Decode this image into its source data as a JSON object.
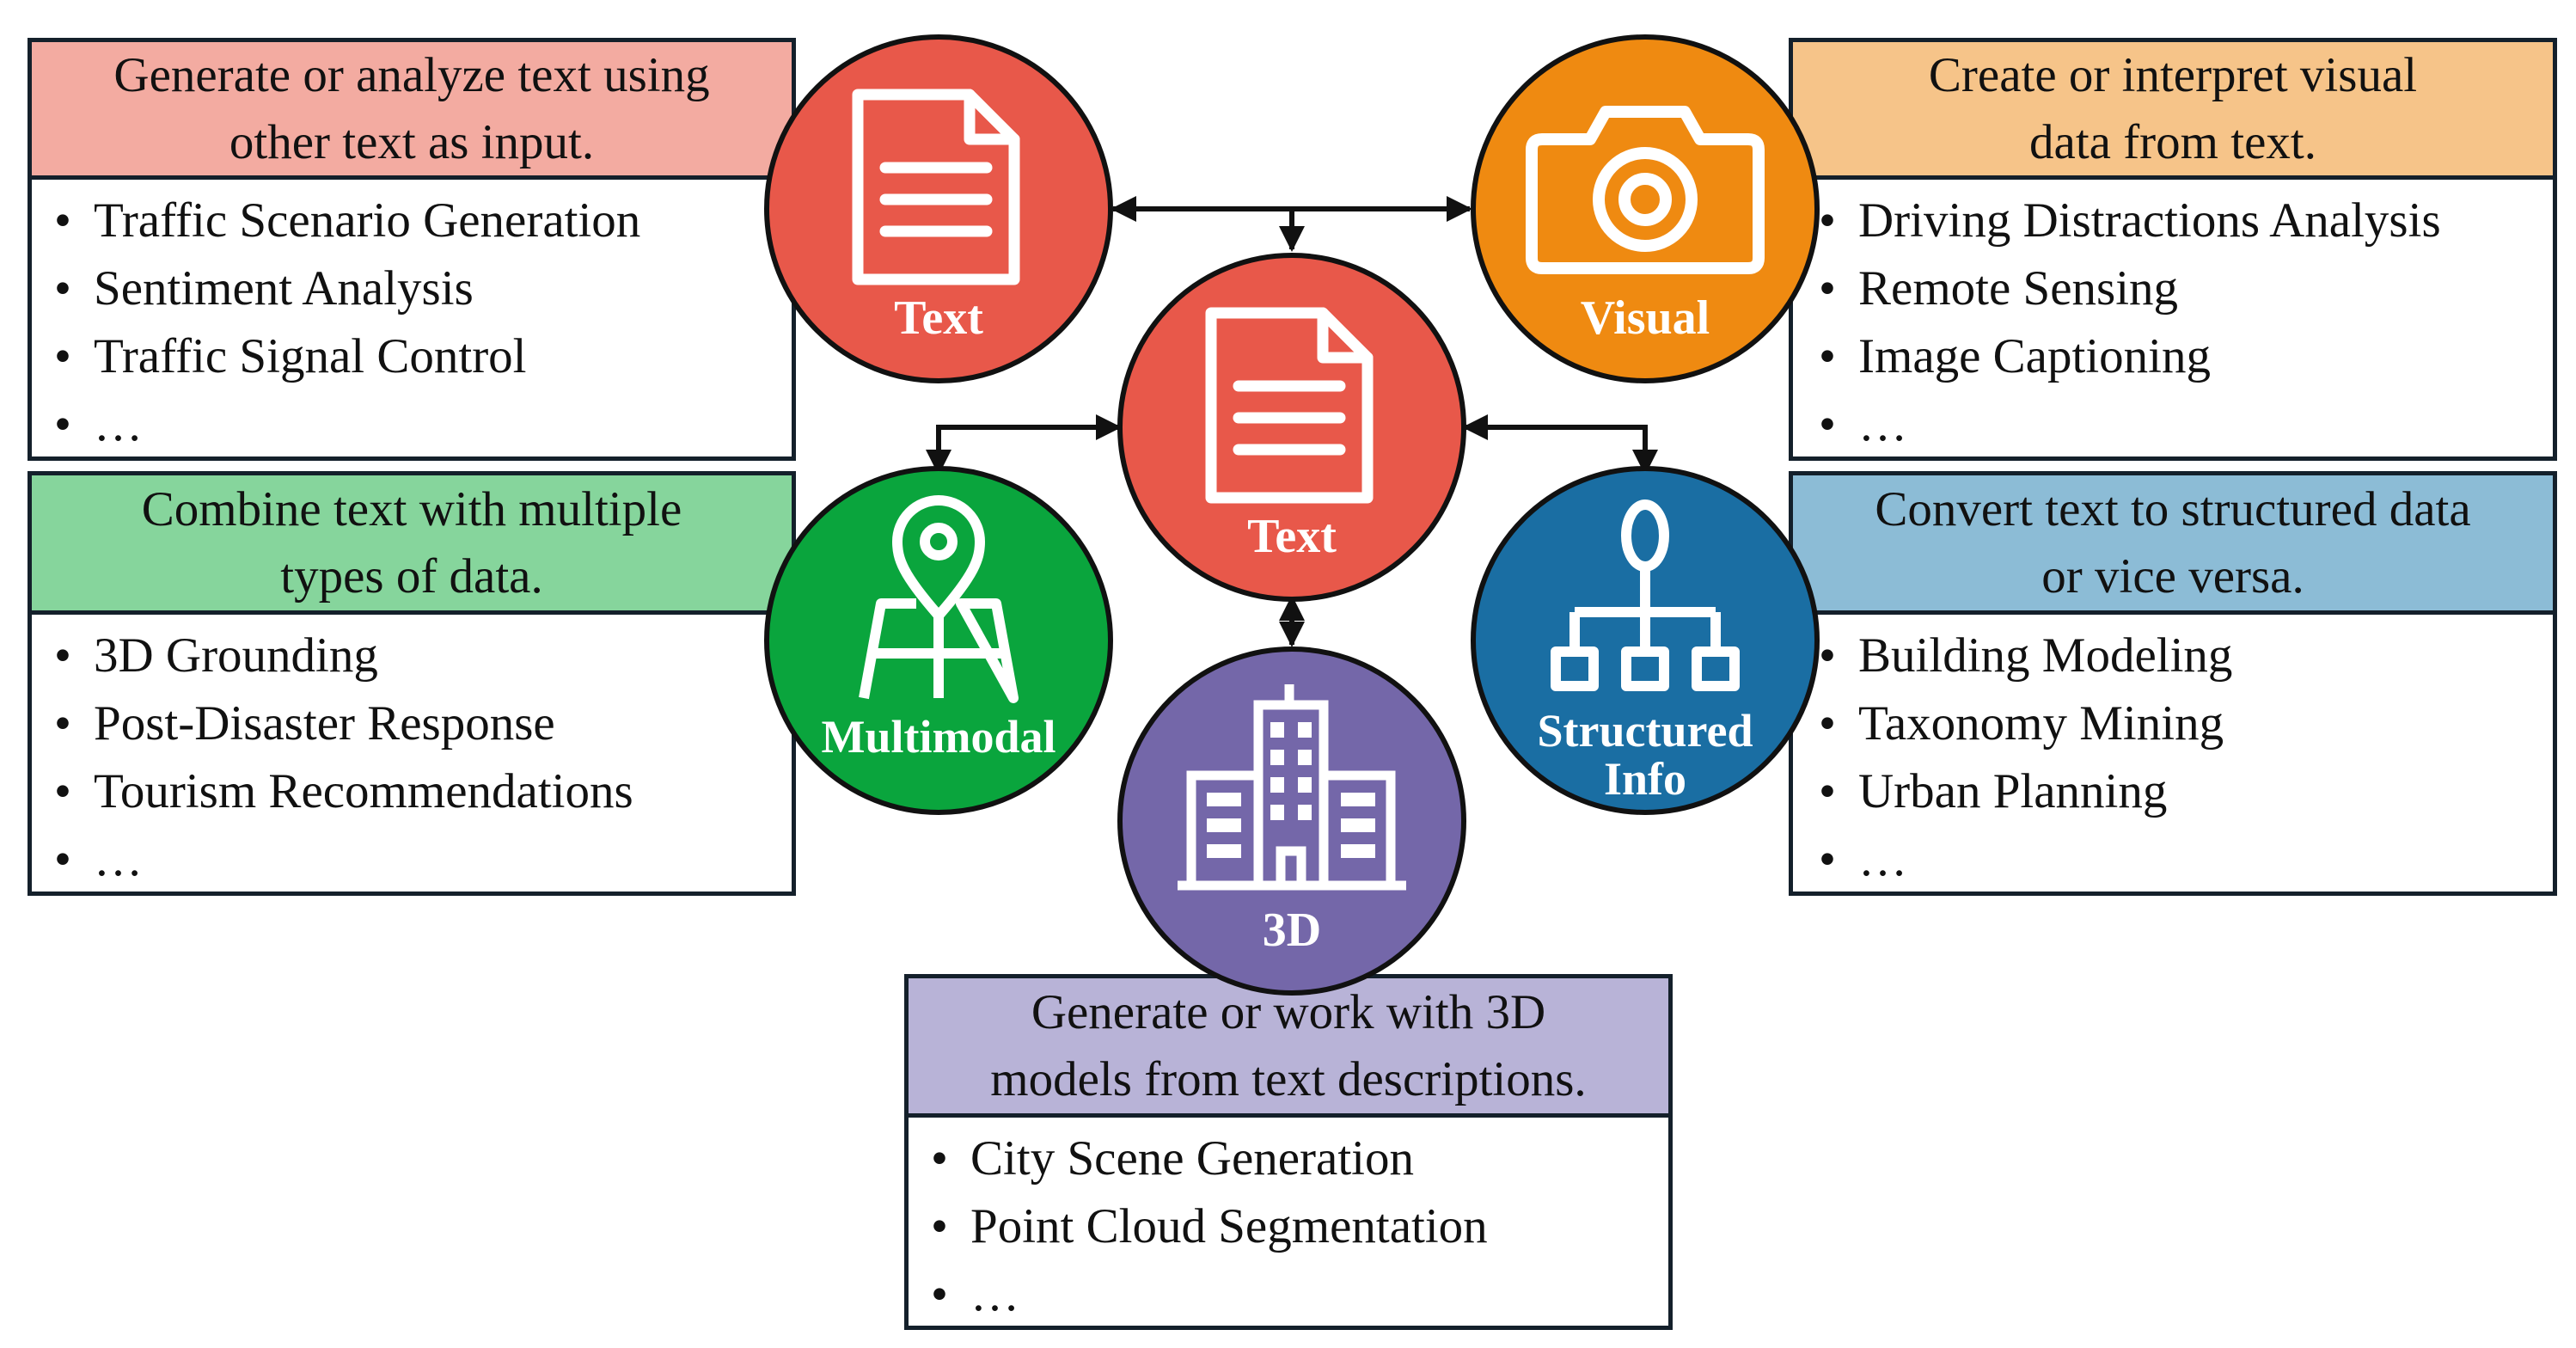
{
  "colors": {
    "text_red": "#e8584a",
    "visual_orange": "#ef8a11",
    "multimodal_green": "#0aa53d",
    "structured_blue": "#1a6ea3",
    "three_d_purple": "#7467a9",
    "head_red": "#f3aba1",
    "head_orange": "#f6c489",
    "head_green": "#86d59c",
    "head_blue": "#8cbcd6",
    "head_purple": "#b8b3d7",
    "border": "#14202b"
  },
  "circles": {
    "text_top": {
      "label": "Text",
      "icon": "document-icon"
    },
    "visual": {
      "label": "Visual",
      "icon": "camera-icon"
    },
    "text_center": {
      "label": "Text",
      "icon": "document-icon"
    },
    "multimodal": {
      "label": "Multimodal",
      "icon": "map-pin-icon"
    },
    "structured": {
      "label_line1": "Structured",
      "label_line2": "Info",
      "icon": "hierarchy-icon"
    },
    "three_d": {
      "label": "3D",
      "icon": "building-icon"
    }
  },
  "boxes": {
    "text": {
      "heading": [
        "Generate or analyze text using",
        "other text as input."
      ],
      "items": [
        "Traffic Scenario Generation",
        "Sentiment Analysis",
        "Traffic Signal Control",
        "…"
      ]
    },
    "visual": {
      "heading": [
        "Create or interpret visual",
        "data from text."
      ],
      "items": [
        "Driving Distractions Analysis",
        "Remote Sensing",
        "Image Captioning",
        "…"
      ]
    },
    "multimodal": {
      "heading": [
        "Combine text with multiple",
        "types of data."
      ],
      "items": [
        "3D Grounding",
        "Post-Disaster Response",
        "Tourism Recommendations",
        "…"
      ]
    },
    "structured": {
      "heading": [
        "Convert text to structured data",
        "or vice versa."
      ],
      "items": [
        "Building Modeling",
        "Taxonomy Mining",
        "Urban Planning",
        "…"
      ]
    },
    "three_d": {
      "heading": [
        "Generate or work with 3D",
        "models from text descriptions."
      ],
      "items": [
        "City Scene Generation",
        "Point Cloud Segmentation",
        "…"
      ]
    }
  }
}
